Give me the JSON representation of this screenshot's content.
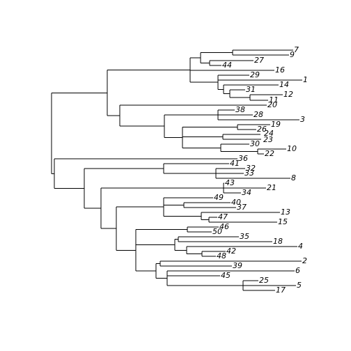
{
  "tree": {
    "name": "",
    "children": [
      {
        "children": [
          {
            "children": [
              {
                "children": [
                  {
                    "children": [
                      {
                        "label": "7"
                      },
                      {
                        "label": "9"
                      }
                    ]
                  },
                  {
                    "children": [
                      {
                        "label": "27"
                      },
                      {
                        "label": "44"
                      }
                    ]
                  }
                ]
              },
              {
                "label": "16"
              },
              {
                "children": [
                  {
                    "label": "29"
                  },
                  {
                    "label": "1"
                  },
                  {
                    "children": [
                      {
                        "label": "14"
                      },
                      {
                        "children": [
                          {
                            "label": "31"
                          },
                          {
                            "children": [
                              {
                                "label": "12"
                              },
                              {
                                "label": "11"
                              }
                            ]
                          }
                        ]
                      }
                    ]
                  }
                ]
              }
            ]
          },
          {
            "children": [
              {
                "label": "20"
              },
              {
                "children": [
                  {
                    "children": [
                      {
                        "label": "38"
                      },
                      {
                        "label": "28"
                      },
                      {
                        "label": "3"
                      }
                    ]
                  },
                  {
                    "children": [
                      {
                        "children": [
                          {
                            "label": "26"
                          },
                          {
                            "label": "19"
                          }
                        ]
                      },
                      {
                        "children": [
                          {
                            "label": "24"
                          },
                          {
                            "label": "23"
                          }
                        ]
                      },
                      {
                        "children": [
                          {
                            "label": "30"
                          },
                          {
                            "children": [
                              {
                                "label": "22"
                              },
                              {
                                "label": "10"
                              }
                            ]
                          }
                        ]
                      }
                    ]
                  }
                ]
              }
            ]
          }
        ]
      },
      {
        "children": [
          {
            "label": "36"
          },
          {
            "children": [
              {
                "children": [
                  {
                    "label": "41"
                  },
                  {
                    "children": [
                      {
                        "label": "32"
                      },
                      {
                        "label": "33"
                      },
                      {
                        "label": "8"
                      }
                    ]
                  }
                ]
              },
              {
                "children": [
                  {
                    "children": [
                      {
                        "label": "43"
                      },
                      {
                        "label": "21"
                      },
                      {
                        "label": "34"
                      }
                    ]
                  },
                  {
                    "children": [
                      {
                        "children": [
                          {
                            "label": "49"
                          },
                          {
                            "children": [
                              {
                                "label": "40"
                              },
                              {
                                "label": "37"
                              }
                            ]
                          },
                          {
                            "children": [
                              {
                                "label": "13"
                              },
                              {
                                "children": [
                                  {
                                    "label": "47"
                                  },
                                  {
                                    "label": "15"
                                  }
                                ]
                              }
                            ]
                          }
                        ]
                      },
                      {
                        "children": [
                          {
                            "children": [
                              {
                                "label": "50"
                              },
                              {
                                "label": "46"
                              }
                            ]
                          },
                          {
                            "children": [
                              {
                                "children": [
                                  {
                                    "label": "35"
                                  },
                                  {
                                    "label": "18"
                                  }
                                ]
                              },
                              {
                                "children": [
                                  {
                                    "label": "4"
                                  },
                                  {
                                    "children": [
                                      {
                                        "label": "42"
                                      },
                                      {
                                        "label": "48"
                                      }
                                    ]
                                  }
                                ]
                              }
                            ]
                          },
                          {
                            "children": [
                              {
                                "children": [
                                  {
                                    "label": "2"
                                  },
                                  {
                                    "label": "39"
                                  }
                                ]
                              },
                              {
                                "children": [
                                  {
                                    "label": "6"
                                  },
                                  {
                                    "label": "45"
                                  },
                                  {
                                    "children": [
                                      {
                                        "label": "25"
                                      },
                                      {
                                        "label": "5"
                                      },
                                      {
                                        "label": "17"
                                      }
                                    ]
                                  }
                                ]
                              }
                            ]
                          }
                        ]
                      }
                    ]
                  }
                ]
              }
            ]
          }
        ]
      }
    ]
  }
}
